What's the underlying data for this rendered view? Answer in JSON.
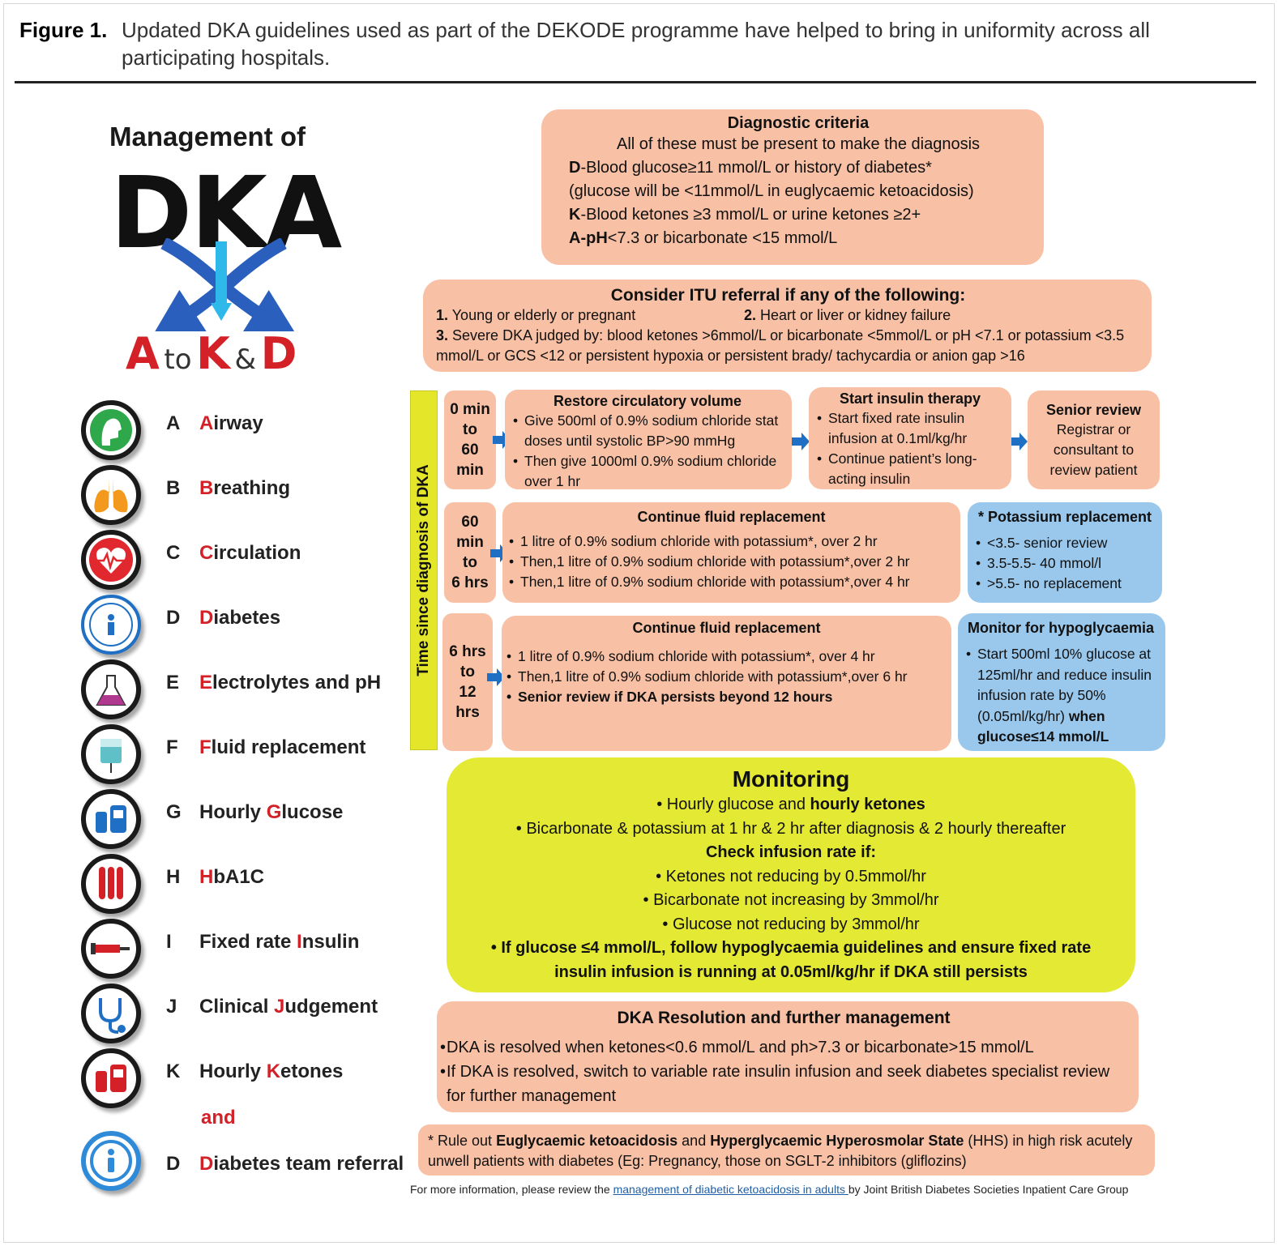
{
  "caption": {
    "label": "Figure 1.",
    "text": "Updated DKA guidelines used as part of the DEKODE programme have helped to bring in uniformity across all participating hospitals."
  },
  "left_panel": {
    "title_line1": "Management of",
    "title_line2": "DKA",
    "sub": {
      "a": "A",
      "to": "to",
      "k": "K",
      "amp": "&",
      "d": "D"
    },
    "items": [
      {
        "letter": "A",
        "highlight": "A",
        "rest": "irway",
        "icon": "airway-icon"
      },
      {
        "letter": "B",
        "highlight": "B",
        "rest": "reathing",
        "icon": "lungs-icon"
      },
      {
        "letter": "C",
        "highlight": "C",
        "rest": "irculation",
        "icon": "heart-icon"
      },
      {
        "letter": "D",
        "highlight": "D",
        "rest": "iabetes",
        "icon": "i-have-diabetes-icon"
      },
      {
        "letter": "E",
        "highlight": "E",
        "rest": "lectrolytes and pH",
        "icon": "flask-icon"
      },
      {
        "letter": "F",
        "highlight": "F",
        "rest": "luid replacement",
        "icon": "iv-bag-icon"
      },
      {
        "letter": "G",
        "prefix": "Hourly ",
        "highlight": "G",
        "rest": "lucose",
        "icon": "glucose-meter-icon"
      },
      {
        "letter": "H",
        "highlight": "H",
        "rest": "bA1C",
        "icon": "blood-tubes-icon"
      },
      {
        "letter": "I",
        "prefix": "Fixed rate ",
        "highlight": "I",
        "rest": "nsulin",
        "icon": "syringe-icon"
      },
      {
        "letter": "J",
        "prefix": "Clinical ",
        "highlight": "J",
        "rest": "udgement",
        "icon": "stethoscope-icon"
      },
      {
        "letter": "K",
        "prefix": "Hourly ",
        "highlight": "K",
        "rest": "etones",
        "icon": "ketone-meter-icon"
      }
    ],
    "and_label": "and",
    "final_item": {
      "letter": "D",
      "highlight": "D",
      "rest": "iabetes team referral",
      "icon": "info-icon"
    }
  },
  "diagnostic": {
    "title": "Diagnostic criteria",
    "intro": "All of these must be present to make the diagnosis",
    "d_key": "D",
    "d_text": "-Blood glucose≥11 mmol/L or history of diabetes*",
    "d_note": "(glucose will be <11mmol/L in euglycaemic ketoacidosis)",
    "k_key": "K",
    "k_text": "-Blood ketones ≥3 mmol/L or urine ketones ≥2+",
    "a_key": "A-pH",
    "a_text": "<7.3 or bicarbonate <15 mmol/L"
  },
  "itu": {
    "title": "Consider ITU referral if any of the following:",
    "n1": "1.",
    "item1": "Young or elderly or pregnant",
    "n2": "2.",
    "item2": "Heart or liver or kidney failure",
    "n3": "3.",
    "item3": "Severe DKA judged by: blood ketones >6mmol/L or bicarbonate <5mmol/L or pH <7.1  or potassium <3.5 mmol/L or GCS <12 or persistent hypoxia or persistent brady/ tachycardia or anion gap >16"
  },
  "timeline": {
    "axis_label": "Time since diagnosis of DKA",
    "rows": [
      {
        "time": [
          "0 min",
          "to",
          "60",
          "min"
        ]
      },
      {
        "time": [
          "60",
          "min",
          "to",
          "6 hrs"
        ]
      },
      {
        "time": [
          "6 hrs",
          "to",
          "12",
          "hrs"
        ]
      }
    ]
  },
  "restore": {
    "title": "Restore circulatory volume",
    "items": [
      "Give 500ml of 0.9% sodium chloride stat doses until systolic BP>90 mmHg",
      "Then give 1000ml 0.9% sodium chloride over 1 hr"
    ]
  },
  "insulin": {
    "title": "Start insulin therapy",
    "items": [
      "Start fixed rate insulin infusion at 0.1ml/kg/hr",
      "Continue patient’s long-acting insulin"
    ]
  },
  "senior": {
    "title": "Senior review",
    "text": "Registrar or consultant to review patient"
  },
  "fluid1": {
    "title": "Continue fluid replacement",
    "items": [
      "1 litre of 0.9% sodium chloride with potassium*, over 2 hr",
      "Then,1 litre of 0.9% sodium chloride with potassium*,over 2 hr",
      "Then,1 litre of 0.9% sodium chloride with potassium*,over 4 hr"
    ]
  },
  "potassium": {
    "title": "* Potassium replacement",
    "items": [
      "<3.5- senior review",
      "3.5-5.5- 40 mmol/l",
      ">5.5- no replacement"
    ]
  },
  "fluid2": {
    "title": "Continue fluid replacement",
    "items": [
      "1 litre of 0.9% sodium chloride with potassium*, over 4 hr",
      "Then,1 litre of 0.9% sodium chloride with potassium*,over 6 hr"
    ],
    "bold_item": "Senior review if DKA persists beyond 12 hours"
  },
  "hypo": {
    "title": "Monitor for hypoglycaemia",
    "text": "Start 500ml 10% glucose at 125ml/hr and reduce insulin infusion rate by 50% (0.05ml/kg/hr)",
    "bold": "when glucose≤14 mmol/L"
  },
  "monitoring": {
    "title": "Monitoring",
    "line1_a": "Hourly glucose and ",
    "line1_b": "hourly ketones",
    "line2": "Bicarbonate & potassium at 1 hr & 2 hr after diagnosis & 2 hourly thereafter",
    "check": "Check infusion rate if:",
    "checks": [
      "Ketones not reducing by 0.5mmol/hr",
      "Bicarbonate not increasing by 3mmol/hr",
      "Glucose not reducing by 3mmol/hr"
    ],
    "final": "If glucose ≤4 mmol/L, follow hypoglycaemia guidelines and ensure fixed rate insulin infusion is running at 0.05ml/kg/hr if DKA still persists"
  },
  "resolution": {
    "title": "DKA Resolution and further management",
    "items": [
      "DKA is resolved when ketones<0.6 mmol/L and ph>7.3 or bicarbonate>15 mmol/L",
      "If DKA is resolved, switch to variable rate insulin infusion and seek diabetes specialist review for further management"
    ]
  },
  "ruleout": {
    "star": "* Rule out ",
    "b1": "Euglycaemic ketoacidosis",
    "and": " and ",
    "b2": "Hyperglycaemic Hyperosmolar State",
    "rest": " (HHS) in high risk acutely unwell patients with diabetes (Eg: Pregnancy, those on SGLT-2 inhibitors (gliflozins)"
  },
  "footer": {
    "before": "For more information, please review the ",
    "link": "management of diabetic ketoacidosis in adults ",
    "after": " by Joint British Diabetes Societies Inpatient Care Group"
  },
  "colors": {
    "box_orange": "#f8c0a4",
    "box_blue": "#9ac8ec",
    "box_yellow": "#e4ea34",
    "accent_red": "#d42027",
    "arrow_blue": "#1f6fc4"
  }
}
